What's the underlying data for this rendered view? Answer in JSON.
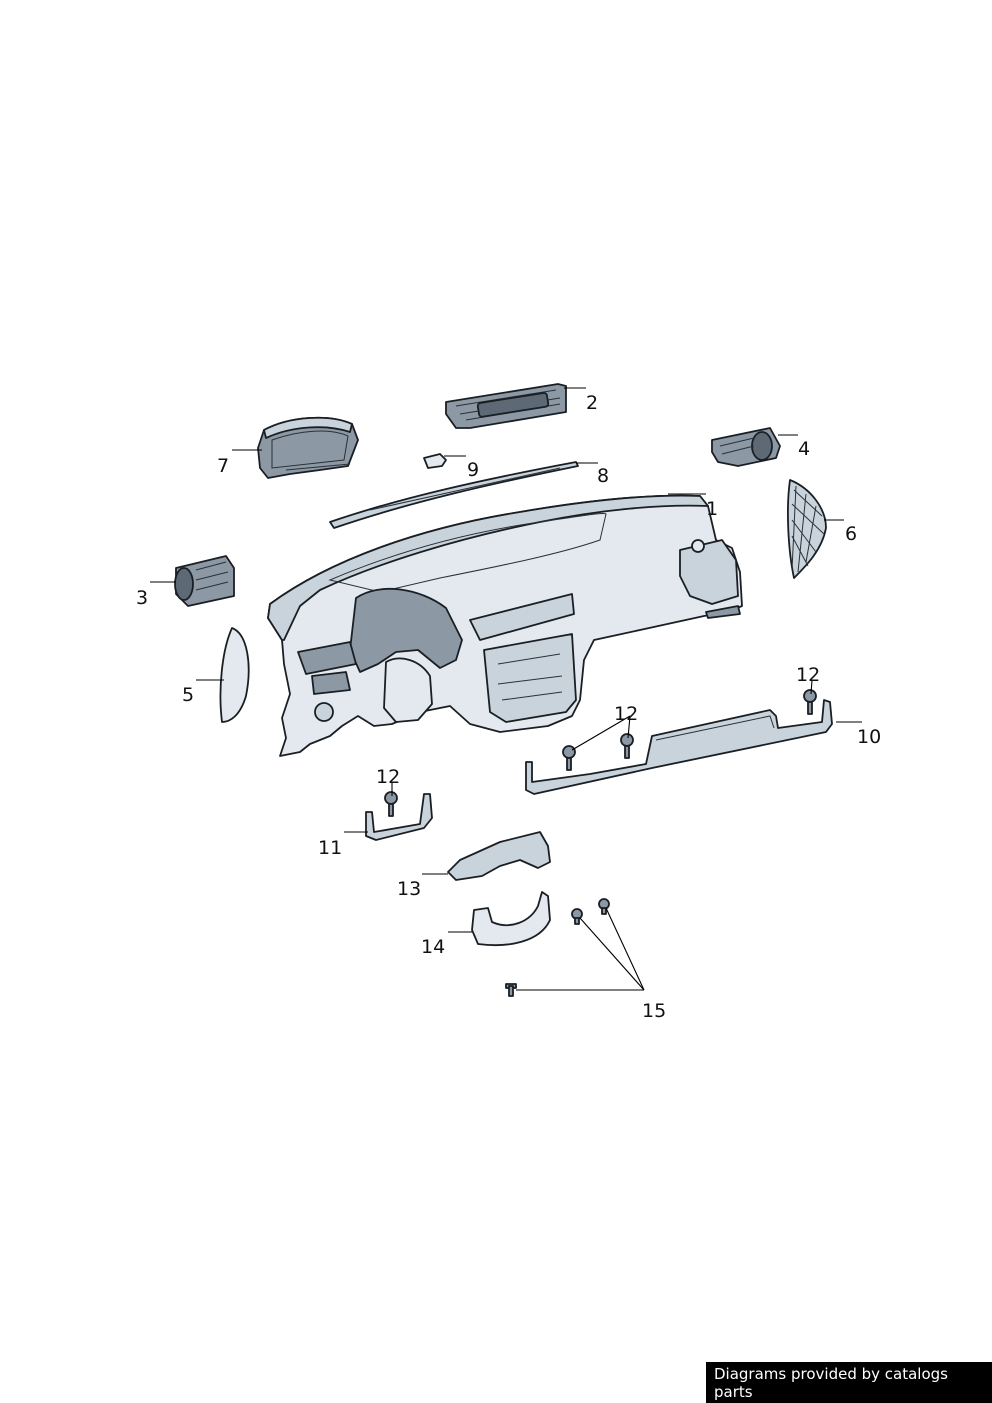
{
  "callouts": {
    "c1": "1",
    "c2": "2",
    "c3": "3",
    "c4": "4",
    "c5": "5",
    "c6": "6",
    "c7": "7",
    "c8": "8",
    "c9": "9",
    "c10": "10",
    "c11": "11",
    "c12a": "12",
    "c12b": "12",
    "c12c": "12",
    "c13": "13",
    "c14": "14",
    "c15": "15"
  },
  "watermark": {
    "text": "Diagrams provided by catalogs parts"
  },
  "colors": {
    "part_light": "#e3e9ee",
    "part_mid": "#c9d3db",
    "part_dark": "#8c99a5",
    "outline": "#1a1f24",
    "watermark_bg": "#000000",
    "watermark_fg": "#ffffff"
  }
}
